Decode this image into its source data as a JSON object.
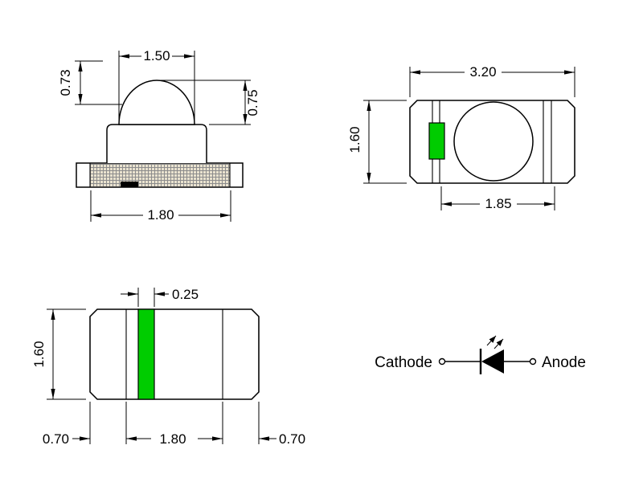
{
  "drawing": {
    "side_view": {
      "dim_dome_width": "1.50",
      "dim_height_left": "0.73",
      "dim_height_right": "0.75",
      "dim_base_width": "1.80"
    },
    "top_view": {
      "dim_width": "3.20",
      "dim_height": "1.60",
      "dim_inner": "1.85"
    },
    "bottom_view": {
      "dim_mark": "0.25",
      "dim_height": "1.60",
      "dim_pad_left": "0.70",
      "dim_center": "1.80",
      "dim_pad_right": "0.70"
    },
    "schematic": {
      "cathode": "Cathode",
      "anode": "Anode"
    }
  },
  "colors": {
    "green": "#00cc00",
    "pad_fill": "#fffbe3",
    "hatch_line": "#9a9a9a",
    "mesh_fill": "#e9e2cf",
    "mesh_line": "#8c8c8c",
    "outline": "#000000"
  }
}
